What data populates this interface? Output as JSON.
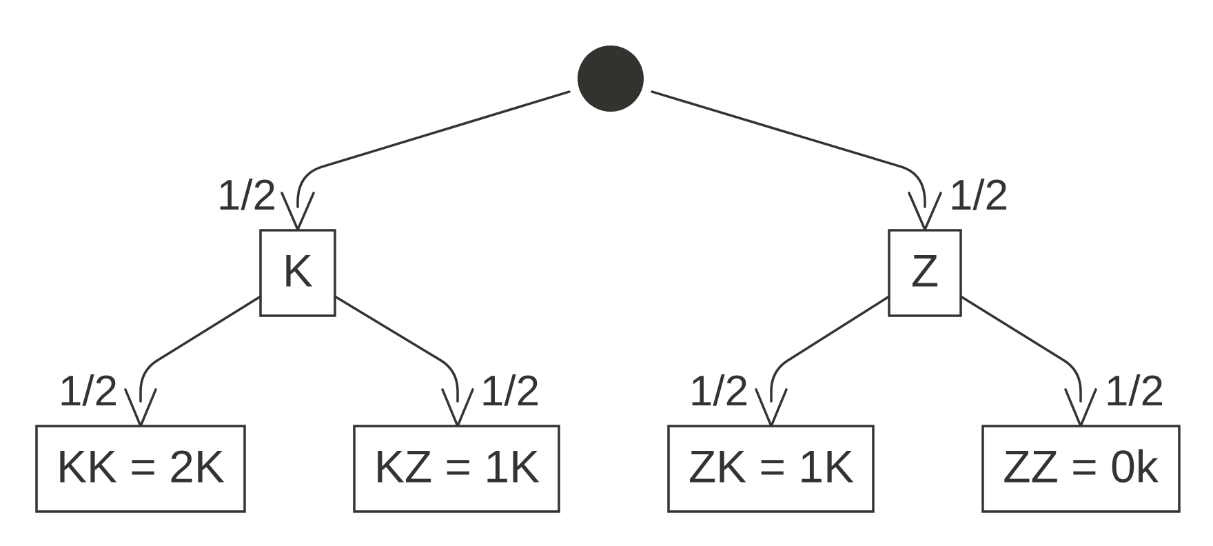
{
  "colors": {
    "ink": "#333333",
    "root_fill": "#33322f",
    "background": "#ffffff"
  },
  "root": {
    "name": "root-node"
  },
  "level1": [
    {
      "label": "K",
      "probability": "1/2"
    },
    {
      "label": "Z",
      "probability": "1/2"
    }
  ],
  "level2": [
    {
      "label": "KK = 2K",
      "probability": "1/2"
    },
    {
      "label": "KZ = 1K",
      "probability": "1/2"
    },
    {
      "label": "ZK = 1K",
      "probability": "1/2"
    },
    {
      "label": "ZZ = 0k",
      "probability": "1/2"
    }
  ]
}
